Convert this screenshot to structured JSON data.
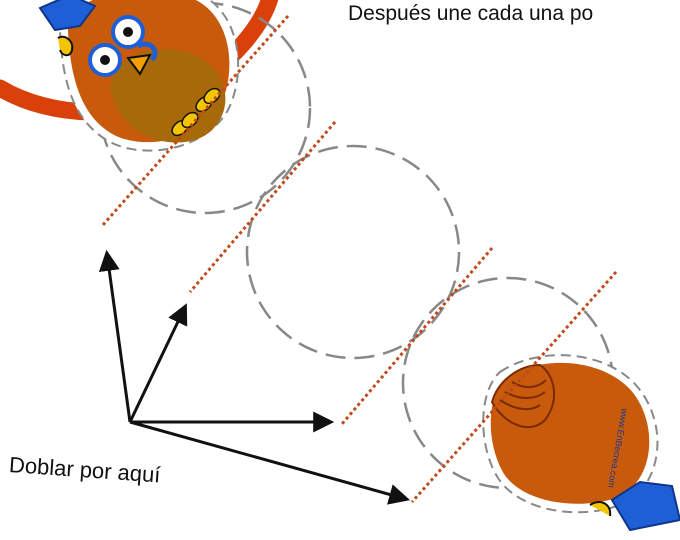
{
  "instruction": "Después une cada una po",
  "fold_label": "Doblar por aquí",
  "watermark": "www.EnBecrea.com",
  "colors": {
    "ring_orange": "#d9400a",
    "body_brown": "#c85a0c",
    "belly_olive": "#a8690a",
    "wing_blue": "#1f5fd6",
    "beak_yellow": "#f5c400",
    "dashed_gray": "#888888",
    "fold_line": "#c0481a",
    "arrow": "#111111"
  },
  "icons": [
    "owl-head-icon",
    "owl-tail-icon",
    "arrow-icon"
  ]
}
